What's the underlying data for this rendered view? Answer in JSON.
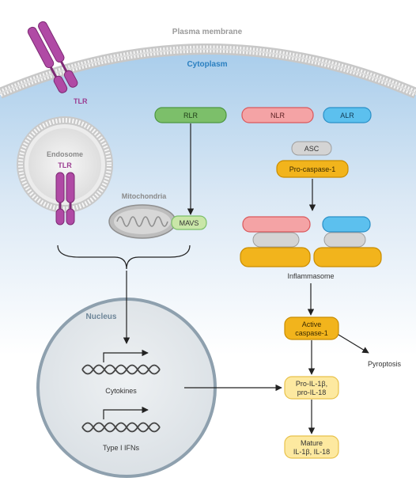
{
  "compartments": {
    "plasma_membrane": "Plasma membrane",
    "cytoplasm": "Cytoplasm",
    "endosome": "Endosome",
    "mitochondria": "Mitochondria",
    "nucleus": "Nucleus"
  },
  "receptors": {
    "tlr_membrane": "TLR",
    "tlr_endosome": "TLR",
    "rlr": "RLR",
    "nlr": "NLR",
    "alr": "ALR",
    "mavs": "MAVS",
    "asc": "ASC",
    "pro_caspase": "Pro-caspase-1"
  },
  "complex": {
    "inflammasome": "Inflammasome"
  },
  "pathway": {
    "active_caspase": [
      "Active",
      "caspase-1"
    ],
    "pyroptosis": "Pyroptosis",
    "pro_il": [
      "Pro-IL-1β,",
      "pro-IL-18"
    ],
    "mature_il": [
      "Mature",
      "IL-1β, IL-18"
    ]
  },
  "genes": {
    "cytokines": "Cytokines",
    "type1_ifn": "Type I IFNs"
  },
  "colors": {
    "green": "#7cbf6a",
    "red": "#f08b8e",
    "blue": "#5cc0ee",
    "orange": "#f2b41c",
    "gray": "#c9c9c9",
    "purple": "#b04aa5",
    "yellow_light": "#fde9a0",
    "cytoplasm_text": "#2a7fc0"
  }
}
